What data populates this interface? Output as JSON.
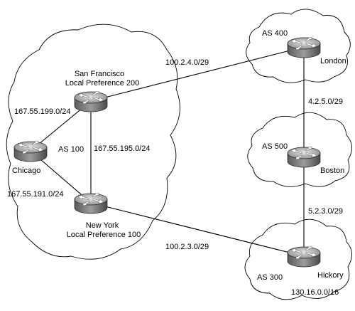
{
  "autonomous_systems": {
    "as100": "AS 100",
    "as400": "AS 400",
    "as500": "AS 500",
    "as300": "AS 300"
  },
  "routers": {
    "san_francisco": {
      "name": "San Francisco",
      "pref": "Local Preference 200",
      "icon": "router-icon"
    },
    "chicago": {
      "name": "Chicago",
      "icon": "router-icon"
    },
    "new_york": {
      "name": "New York",
      "pref": "Local Preference 100",
      "icon": "router-icon"
    },
    "london": {
      "name": "London",
      "icon": "router-icon"
    },
    "boston": {
      "name": "Boston",
      "icon": "router-icon"
    },
    "hickory": {
      "name": "Hickory",
      "icon": "router-icon"
    }
  },
  "links": {
    "sf_chicago": "167.55.199.0/24",
    "sf_newyork": "167.55.195.0/24",
    "chicago_newyork": "167.55.191.0/24",
    "sf_london": "100.2.4.0/29",
    "newyork_hickory": "100.2.3.0/29",
    "london_boston": "4.2.5.0/29",
    "boston_hickory": "5.2.3.0/29"
  },
  "networks": {
    "hickory_net": "130.16.0.0/16"
  }
}
